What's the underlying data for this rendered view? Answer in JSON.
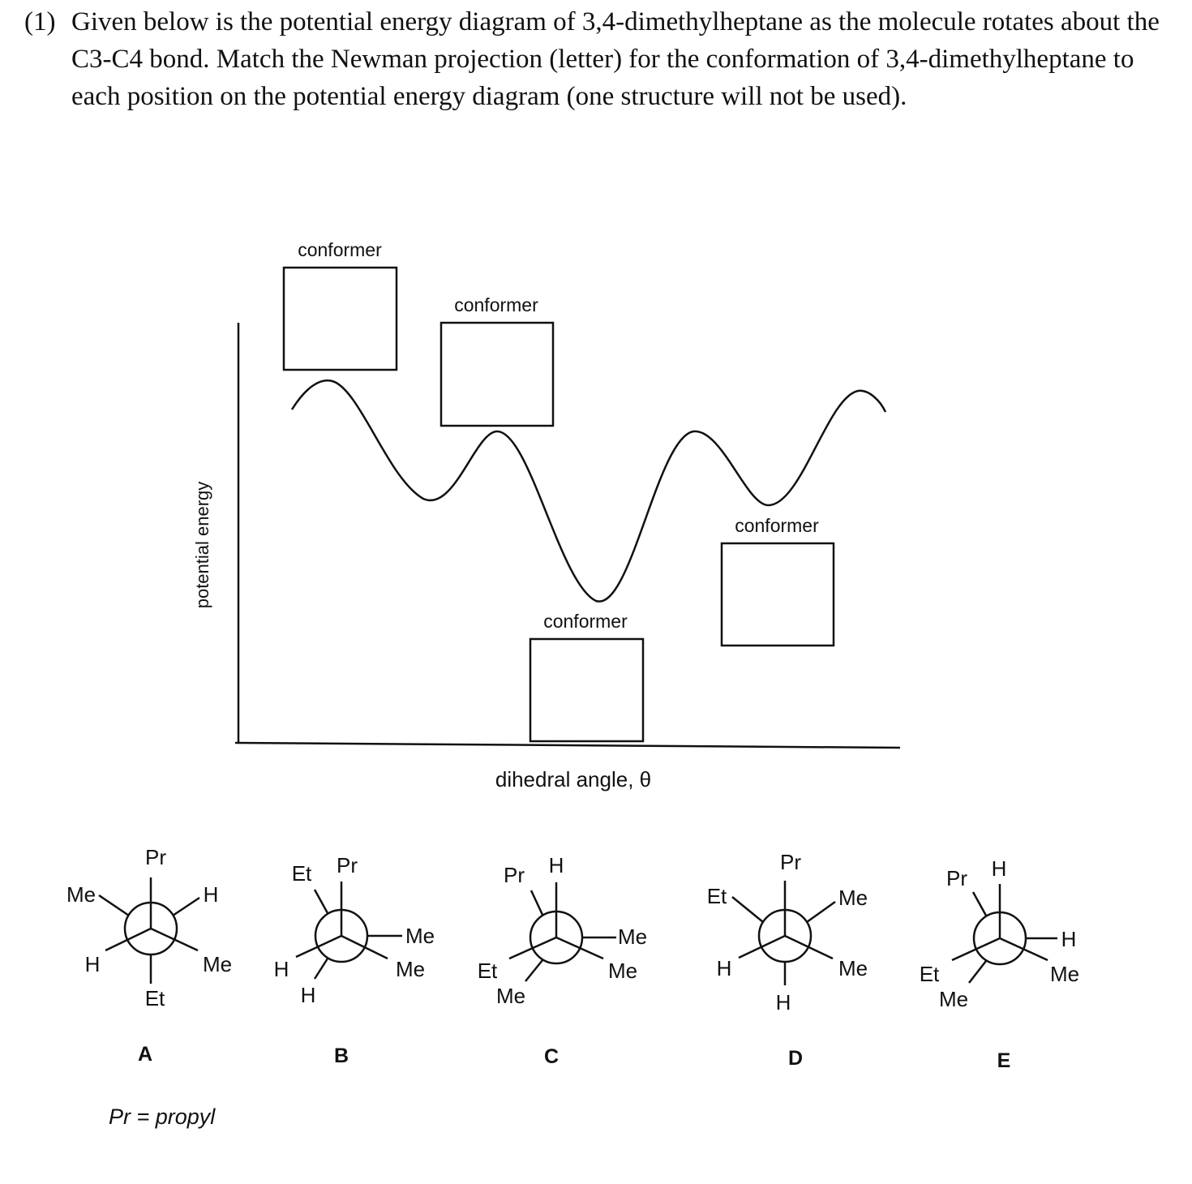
{
  "question": {
    "number": "(1)",
    "text": "Given below is the potential energy diagram of 3,4-dimethylheptane as the molecule rotates about the C3-C4 bond. Match the Newman projection (letter) for the conformation of 3,4-dimethylheptane to each position on the potential energy diagram (one structure will not be used)."
  },
  "diagram": {
    "y_axis_label": "potential energy",
    "x_axis_label": "dihedral angle, θ",
    "conformer_boxes": [
      {
        "label": "conformer"
      },
      {
        "label": "conformer"
      },
      {
        "label": "conformer"
      },
      {
        "label": "conformer"
      }
    ]
  },
  "newman_projections": [
    {
      "letter": "A",
      "substituents": {
        "front_top": "Pr",
        "front_lower_left": "H",
        "front_lower_right": "Me",
        "back_upper_left": "Me",
        "back_upper_right": "H",
        "back_bottom": "Et"
      }
    },
    {
      "letter": "B",
      "substituents": {
        "front_top": "Pr",
        "front_lower_right": "Me",
        "front_lower_left": "H",
        "back_upper_left": "Et",
        "back_right": "Me",
        "back_lower_left": "H"
      }
    },
    {
      "letter": "C",
      "substituents": {
        "front_top": "H",
        "front_lower_left": "Et",
        "front_lower_right": "Me",
        "back_upper_left": "Pr",
        "back_right": "Me",
        "back_lower_left": "Me"
      }
    },
    {
      "letter": "D",
      "substituents": {
        "front_top": "Pr",
        "front_lower_left": "H",
        "front_lower_right": "Me",
        "back_upper_left": "Et",
        "back_upper_right": "Me",
        "back_bottom": "H"
      }
    },
    {
      "letter": "E",
      "substituents": {
        "front_top": "H",
        "front_lower_left": "Et",
        "front_lower_right": "Me",
        "back_upper_left": "Pr",
        "back_right": "H",
        "back_lower_left": "Me"
      }
    }
  ],
  "footnote": "Pr = propyl"
}
